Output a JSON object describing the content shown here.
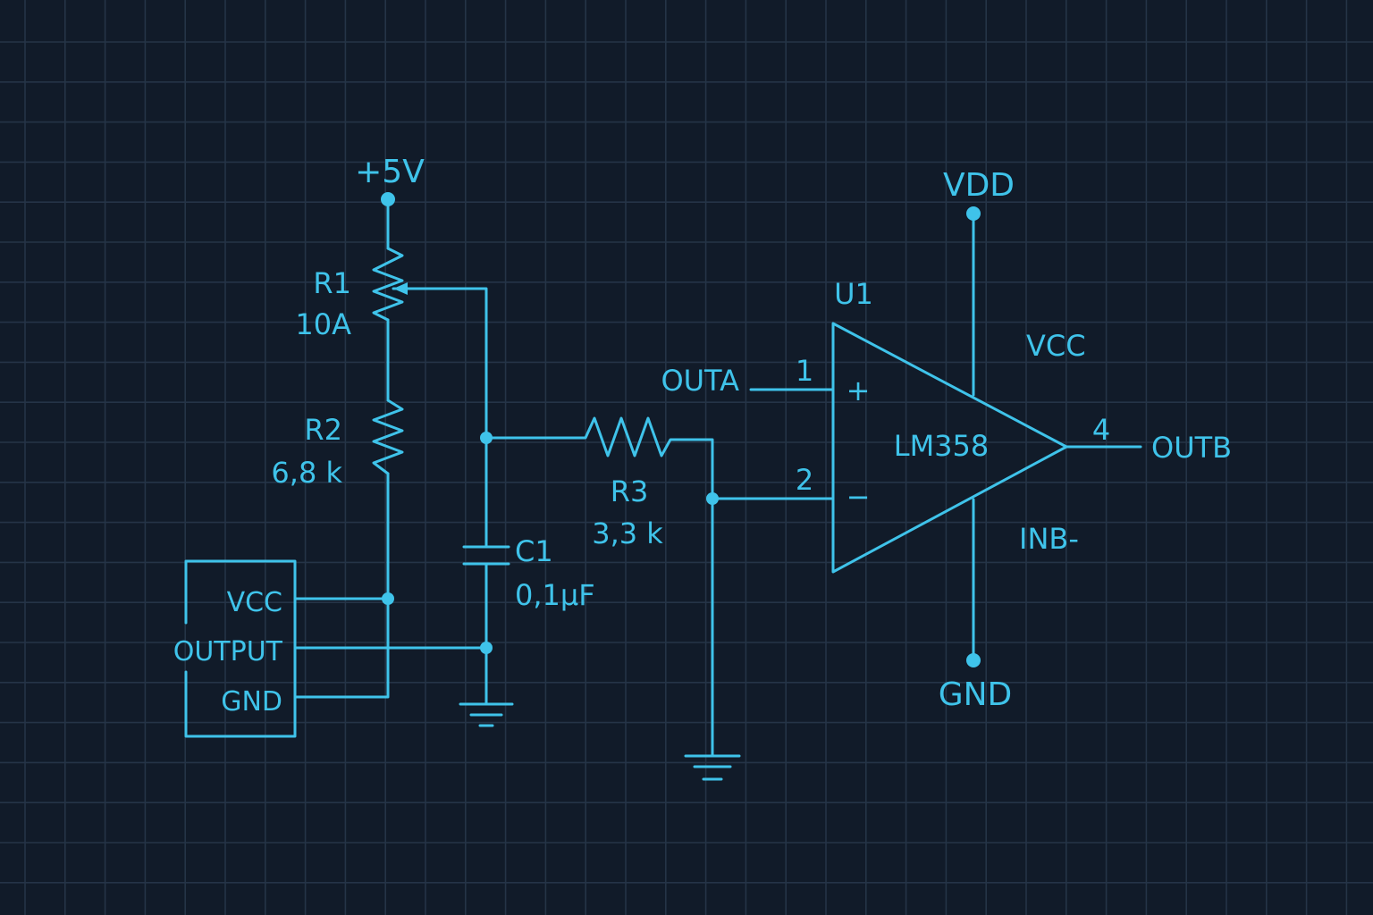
{
  "diagram": {
    "title": "Sensor signal conditioning with LM358 op-amp",
    "colors": {
      "background": "#111b29",
      "grid": "#253447",
      "trace": "#3fc3ea"
    },
    "power_rails": {
      "plus5v": "+5V",
      "vdd": "VDD",
      "gnd": "GND"
    },
    "components": {
      "r1": {
        "ref": "R1",
        "value": "10A",
        "type": "potentiometer"
      },
      "r2": {
        "ref": "R2",
        "value": "6,8 k",
        "type": "resistor"
      },
      "r3": {
        "ref": "R3",
        "value": "3,3 k",
        "type": "resistor"
      },
      "c1": {
        "ref": "C1",
        "value": "0,1µF",
        "type": "capacitor"
      },
      "u1": {
        "ref": "U1",
        "part": "LM358",
        "type": "op-amp",
        "plus_symbol": "+",
        "minus_symbol": "−",
        "pins": {
          "p1": "1",
          "p2": "2",
          "p4": "4"
        },
        "net_labels": {
          "in_plus": "OUTA",
          "out": "OUTB",
          "top": "VCC",
          "bottom": "INB-"
        }
      },
      "sensor": {
        "type": "connector",
        "pins": [
          "VCC",
          "OUTPUT",
          "GND"
        ]
      }
    },
    "ground_symbols": [
      "gnd-c1",
      "gnd-r3-node"
    ]
  }
}
